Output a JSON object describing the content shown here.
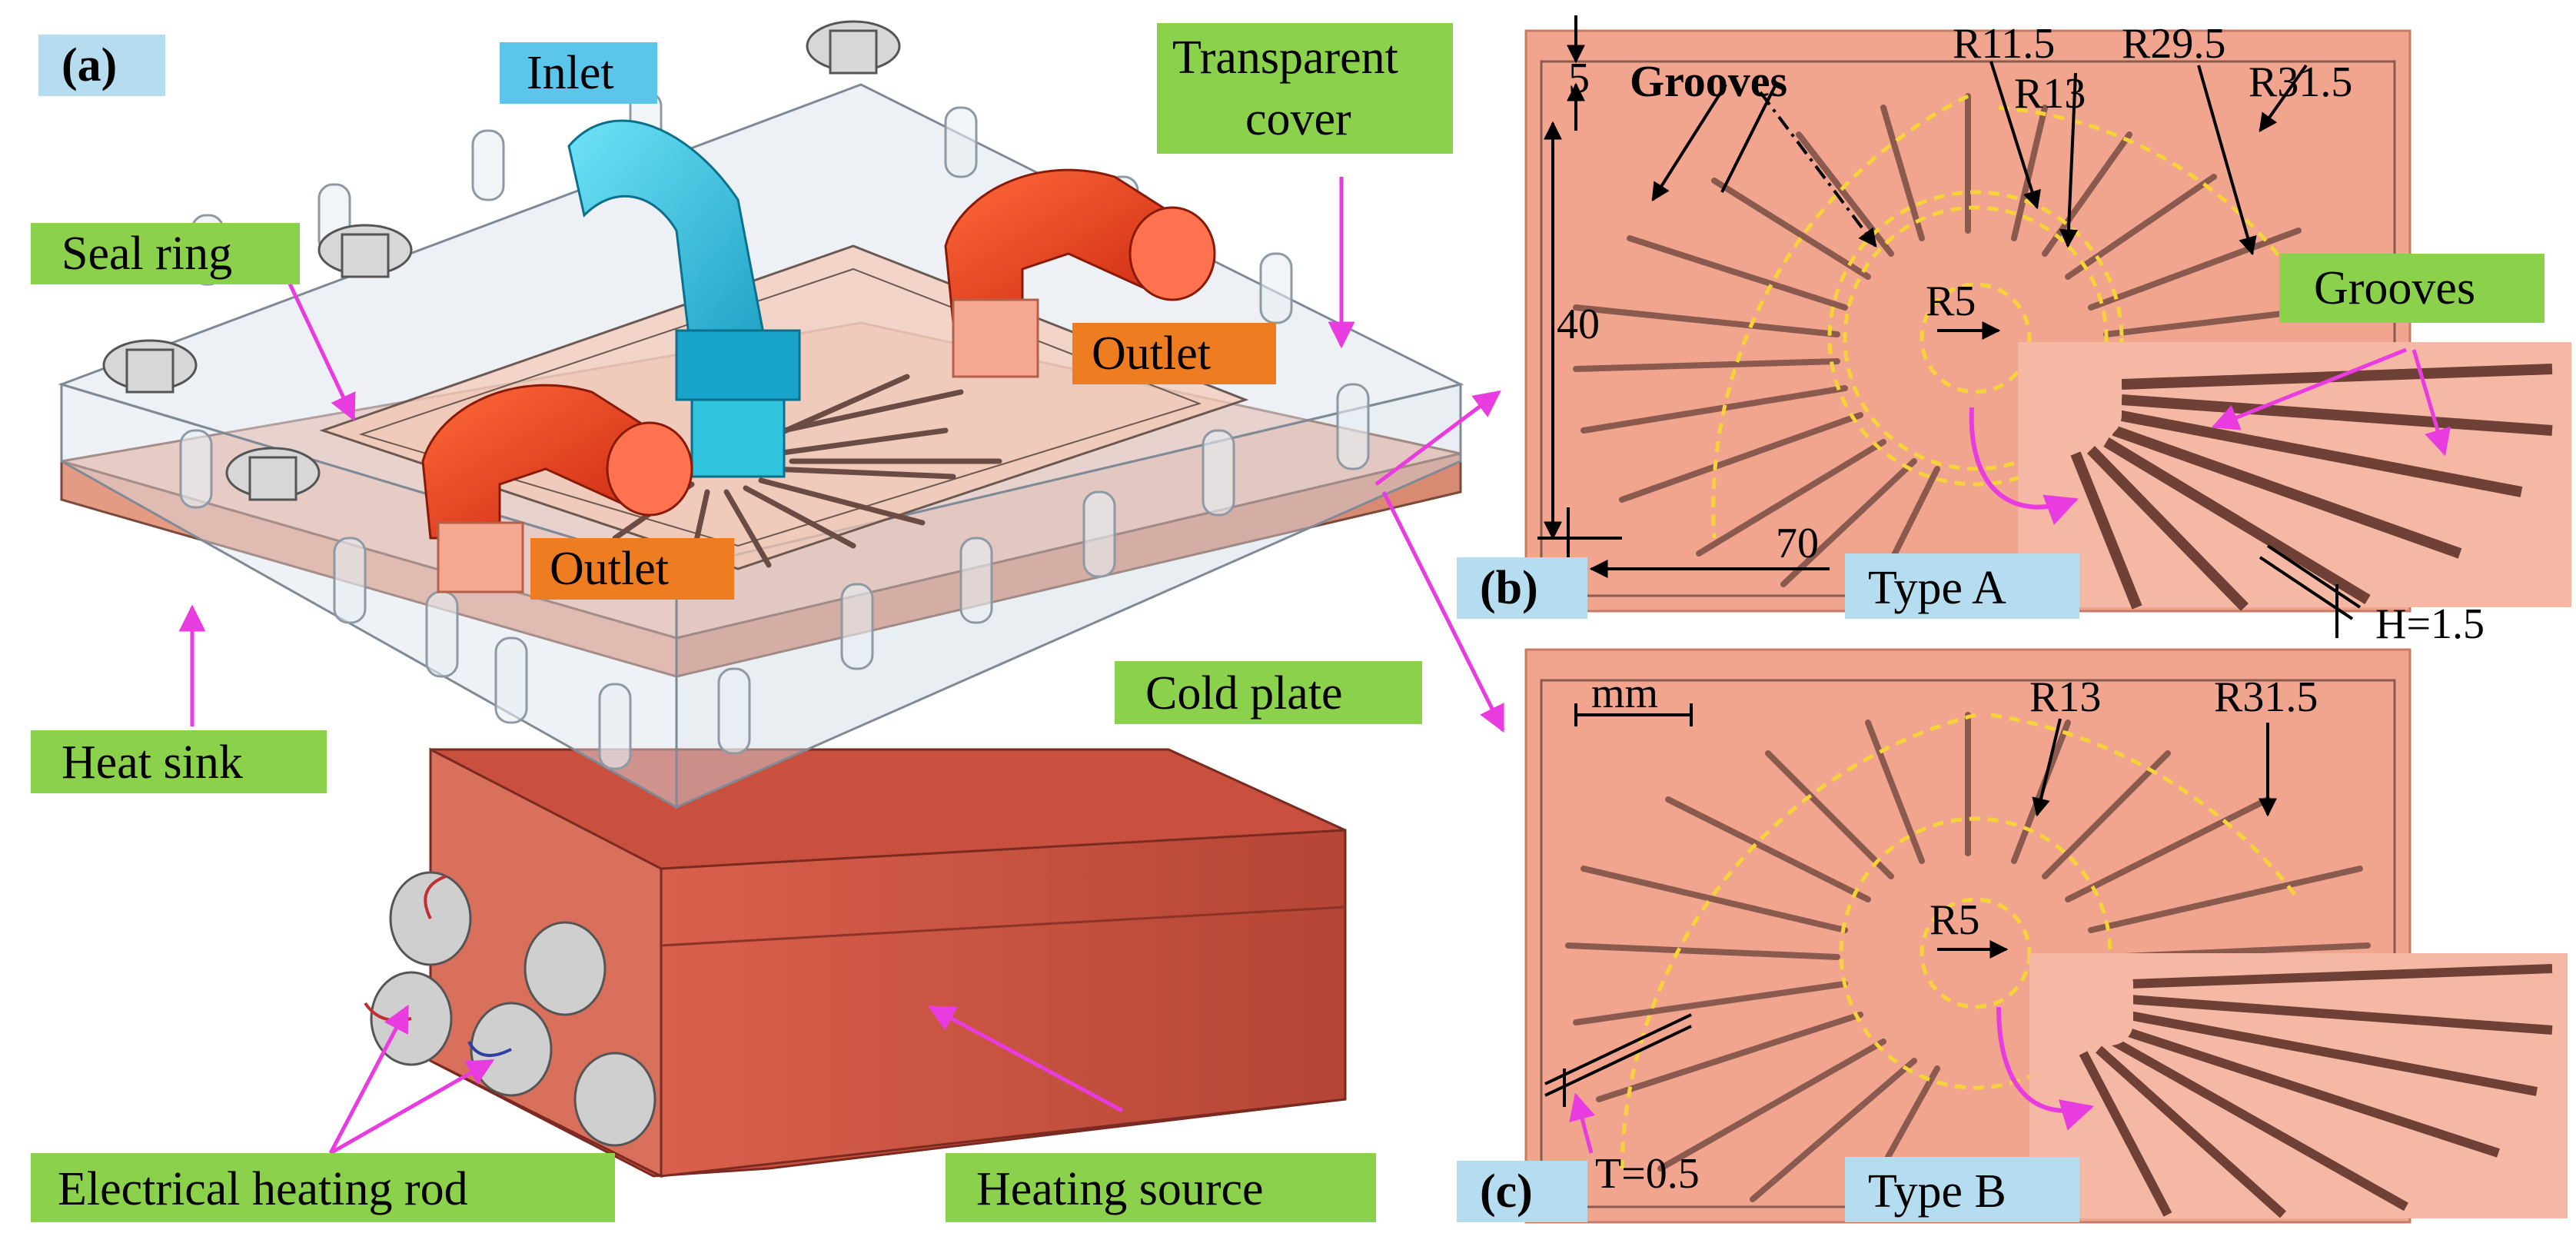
{
  "panels": {
    "a": "(a)",
    "b": "(b)",
    "c": "(c)"
  },
  "labels": {
    "inlet": "Inlet",
    "transparent_cover_1": "Transparent",
    "transparent_cover_2": "cover",
    "seal_ring": "Seal ring",
    "outlet_top": "Outlet",
    "outlet_bottom": "Outlet",
    "heat_sink": "Heat sink",
    "cold_plate": "Cold plate",
    "electrical_heating_rod": "Electrical heating rod",
    "heating_source": "Heating source",
    "grooves_b": "Grooves",
    "grooves_zoom": "Grooves",
    "type_a": "Type A",
    "type_b": "Type B"
  },
  "dimensions": {
    "b_5": "5",
    "b_r11_5": "R11.5",
    "b_r13": "R13",
    "b_r29_5": "R29.5",
    "b_r31_5": "R31.5",
    "b_r5": "R5",
    "b_40": "40",
    "b_70": "70",
    "b_h": "H=1.5",
    "c_mm": "mm",
    "c_r13": "R13",
    "c_r31_5": "R31.5",
    "c_r5": "R5",
    "c_t": "T=0.5"
  },
  "colors": {
    "label_green": "#8bd14c",
    "label_blue": "#5cc6ea",
    "label_orange": "#ee7d22",
    "panel_tag": "#b5dcef",
    "plate_salmon": "#f1a58f",
    "channel_dark": "#8a5a4e",
    "dashed_yellow": "#f7d33a",
    "arrow_magenta": "#e83ce0",
    "heater_red": "#c9503f"
  }
}
